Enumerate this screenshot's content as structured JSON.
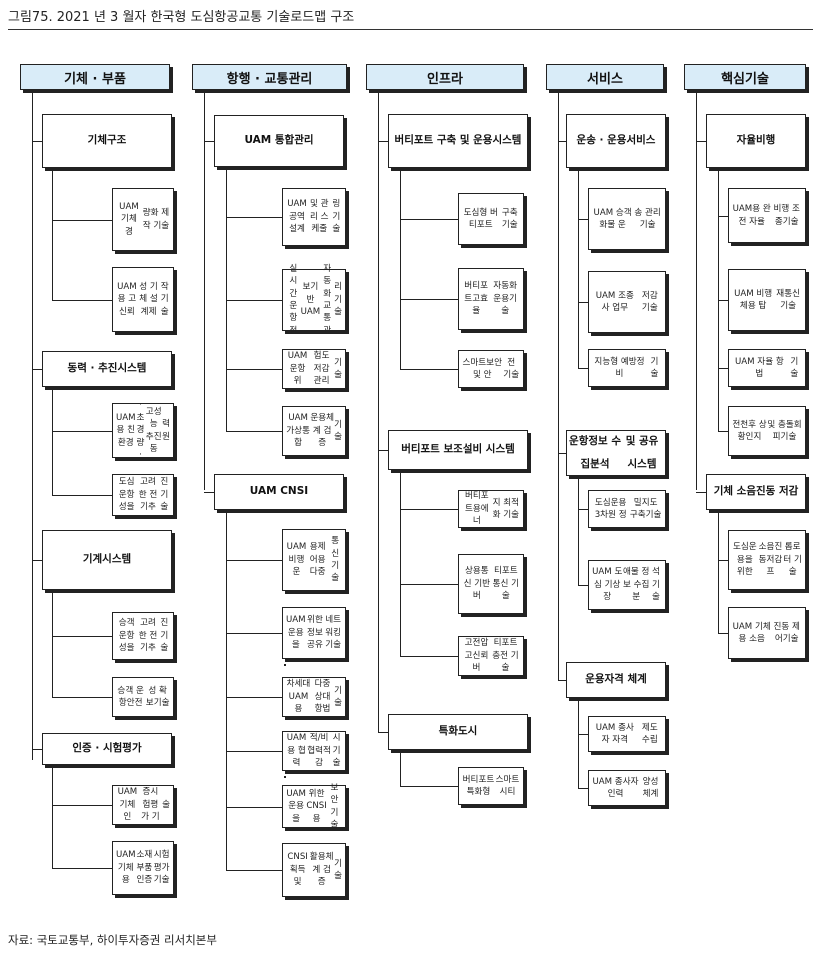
{
  "figure_title": "그림75. 2021 년 3 월자 한국형 도심항공교통 기술로드맵 구조",
  "source_note": "자료: 국토교통부, 하이투자증권 리서치본부",
  "columns": [
    {
      "header": "기체 · 부품",
      "groups": [
        {
          "title": "기체구조",
          "items": [
            "UAM 기체 경량화 제작 기술",
            "UAM용 고신뢰성 기체 설계제작 기술"
          ]
        },
        {
          "title": "동력 · 추진 시스템",
          "items": [
            "UAM용 친환경·초경량·고성능 추진동력원",
            "도심 운항성을 고려한 전기추진 기술"
          ]
        },
        {
          "title": "기계시스템",
          "items": [
            "승객 운항성을 고려한 전기추진 기술",
            "승객 운항안전성 확보기술"
          ]
        },
        {
          "title": "인증 · 시험평가",
          "items": [
            "UAM 기체 인증시험평가 기술",
            "UAM 기체용 소재부품 인증 시험평가기술"
          ]
        }
      ]
    },
    {
      "header": "항행 · 교통관리",
      "groups": [
        {
          "title": "UAM 통합관리",
          "items": [
            "UAM공역설계 및 관리 스케줄링 기술",
            "실시간 운항 정보기반 UAM 자동화 교통관리 기술",
            "UAM 운항 위험도 저감 관리기술",
            "UAM가상통합 운용체계 검증기술"
          ]
        },
        {
          "title": "UAM CNSI",
          "items": [
            "UAM 비행 운용제어용 다중 통신기술",
            "UAM 운용을 위한 정보공유 네트워킹기술",
            "차세대 UAM용 다중 상대항법 기술",
            "UAM용 협력적/비협력적 감시기술",
            "UAM 운용을 위한 CNSI용 보안 기술",
            "CNSI획득 및 활용체계 검증 기술"
          ]
        }
      ]
    },
    {
      "header": "인프라",
      "groups": [
        {
          "title": "버티포트 구축 및 운용시스템",
          "items": [
            "도심형 버티포트 구축기술",
            "버티포트고효율 자동화 운용기술",
            "스마트보안 및 안전 기술"
          ]
        },
        {
          "title": "버티포트 보조설비 시스템",
          "items": [
            "버티포트용에너지 최적화 기술",
            "상용통신 기반 버티포트통신 기술",
            "고전압 고신뢰 버티포트 충전 기술"
          ]
        },
        {
          "title": "특화도시",
          "items": [
            "버티포트특화형 스마트 시티"
          ]
        }
      ]
    },
    {
      "header": "서비스",
      "groups": [
        {
          "title": "운송 · 운용 서비스",
          "items": [
            "UAM 승객화물 운송 관리 기술",
            "UAM 조종사 업무 저감 기술",
            "지능형 예방정비 기술"
          ]
        },
        {
          "title": "운항정보 수집분석 및 공유 시스템",
          "items": [
            "도심운용 3차원 정밀지도 구축기술",
            "UAM 도심 기상 장애물 정보 수집분석 기술"
          ]
        },
        {
          "title": "운용자격 체계",
          "items": [
            "UAM 종사자 자격제도 수립",
            "UAM 종사자 인력 양성체계"
          ]
        }
      ]
    },
    {
      "header": "핵심기술",
      "groups": [
        {
          "title": "자율비행",
          "items": [
            "UAM용 완전 자율비행 조종기술",
            "UAM 비행체용 탑재통신 기술",
            "UAM 자율 항법 기술",
            "전천후 상황인지 및 충돌회피기술"
          ]
        },
        {
          "title": "기체 소음진동 저감",
          "items": [
            "도심운용을 위한 소음진동저감 프롭로터 기술",
            "UAM 기체용 소음진동 제어기술"
          ]
        }
      ]
    }
  ]
}
